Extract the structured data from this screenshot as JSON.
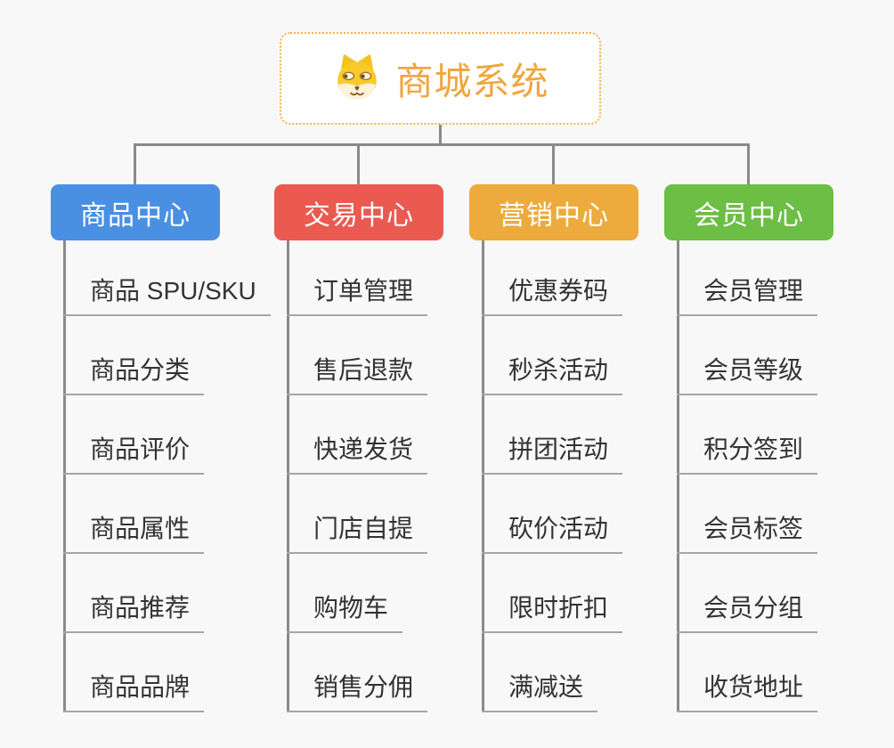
{
  "page": {
    "background": "#f8f8f8",
    "connector_color": "#8a8a8a",
    "underline_color": "#a6a6a6",
    "item_text_color": "#333333"
  },
  "root": {
    "title": "商城系统",
    "color": "#f0a63e",
    "border_color": "#f3b04a",
    "icon": "dog-icon"
  },
  "branches": [
    {
      "label": "商品中心",
      "color": "#4a90e2",
      "items": [
        "商品 SPU/SKU",
        "商品分类",
        "商品评价",
        "商品属性",
        "商品推荐",
        "商品品牌"
      ]
    },
    {
      "label": "交易中心",
      "color": "#ea5a50",
      "items": [
        "订单管理",
        "售后退款",
        "快递发货",
        "门店自提",
        "购物车",
        "销售分佣"
      ]
    },
    {
      "label": "营销中心",
      "color": "#ecab3c",
      "items": [
        "优惠券码",
        "秒杀活动",
        "拼团活动",
        "砍价活动",
        "限时折扣",
        "满减送"
      ]
    },
    {
      "label": "会员中心",
      "color": "#6cbe45",
      "items": [
        "会员管理",
        "会员等级",
        "积分签到",
        "会员标签",
        "会员分组",
        "收货地址"
      ]
    }
  ]
}
